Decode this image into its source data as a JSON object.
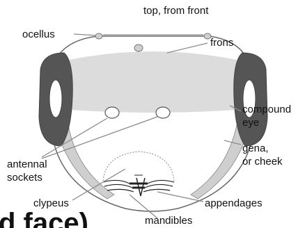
{
  "title": "top, from front",
  "labels": {
    "ocellus": "ocellus",
    "frons": "frons",
    "compound_eye_line1": "compound",
    "compound_eye_line2": "eye",
    "gena_line1": "gena,",
    "gena_line2": "or cheek",
    "antennal_line1": "antennal",
    "antennal_line2": "sockets",
    "clypeus": "clypeus",
    "appendages": "appendages",
    "mandibles": "mandibles"
  },
  "cropped_text": "d face)",
  "colors": {
    "eye": "#555555",
    "frons_band": "#dcdcdc",
    "cheek_band": "#cfcfcf",
    "outline": "#666666"
  }
}
